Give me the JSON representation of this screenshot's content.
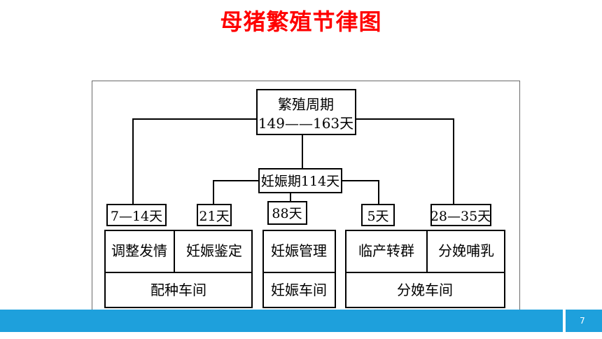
{
  "slide": {
    "title": "母猪繁殖节律图",
    "page_number": "7"
  },
  "diagram": {
    "root": {
      "line1": "繁殖周期",
      "line2": "149——163天"
    },
    "pregnancy": "妊娠期114天",
    "durations": [
      "7—14天",
      "21天",
      "88天",
      "5天",
      "28—35天"
    ],
    "stages": [
      "调整发情",
      "妊娠鉴定",
      "妊娠管理",
      "临产转群",
      "分娩哺乳"
    ],
    "workshops": [
      "配种车间",
      "妊娠车间",
      "分娩车间"
    ]
  }
}
